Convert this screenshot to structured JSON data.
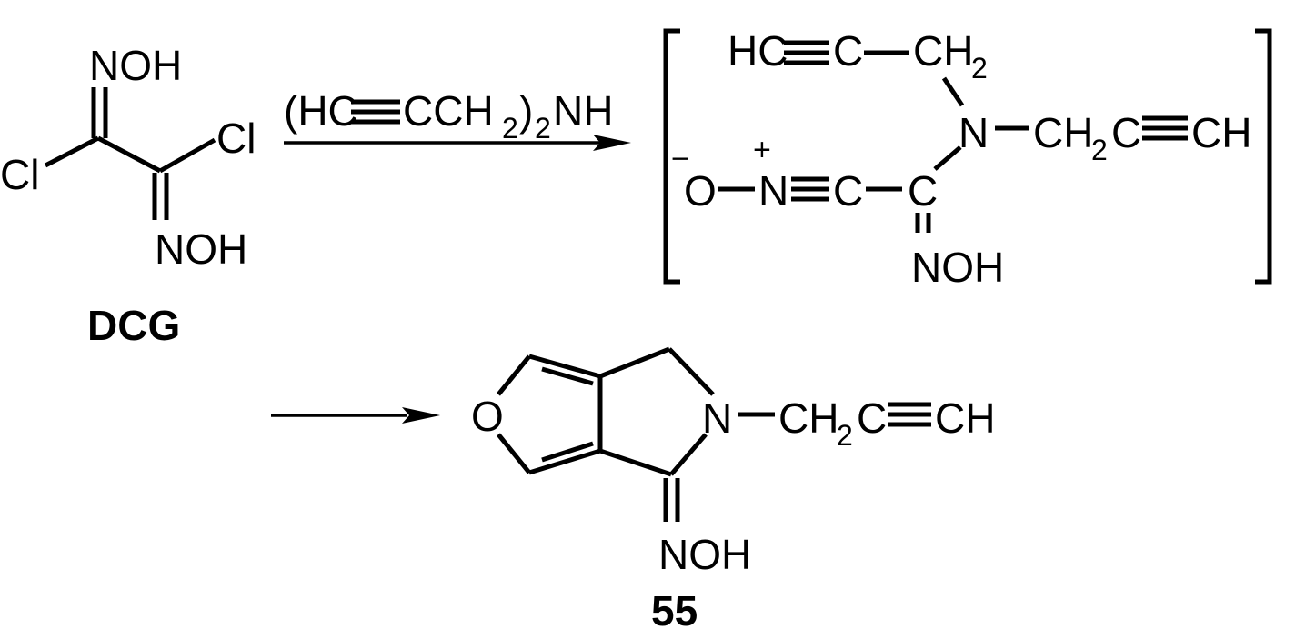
{
  "reagent": {
    "open": "(HC",
    "mid": "CCH",
    "sub2a": "2",
    "close": ")",
    "sub2b": "2",
    "end": "NH"
  },
  "start": {
    "noh_top": "NOH",
    "noh_bottom": "NOH",
    "cl_left": "Cl",
    "cl_right": "Cl",
    "name": "DCG"
  },
  "intermediate": {
    "hc": "HC",
    "c_top": "C",
    "ch": "CH",
    "ch_sub": "2",
    "n": "N",
    "ch2r": "CH",
    "ch2r_sub": "2",
    "c_r": "C",
    "ch_r": "CH",
    "minus": "−",
    "o": "O",
    "plus": "+",
    "n_plus": "N",
    "c1": "C",
    "c2": "C",
    "noh": "NOH"
  },
  "product": {
    "o": "O",
    "n": "N",
    "ch2": "CH",
    "ch2_sub": "2",
    "c": "C",
    "ch": "CH",
    "noh": "NOH",
    "name": "55"
  }
}
